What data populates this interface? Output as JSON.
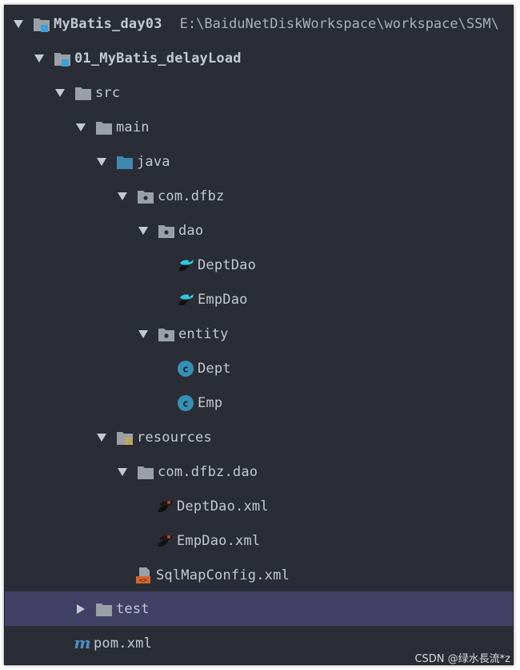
{
  "tree": {
    "project": {
      "name": "MyBatis_day03",
      "path": "E:\\BaiduNetDiskWorkspace\\workspace\\SSM\\"
    },
    "module": {
      "name": "01_MyBatis_delayLoad"
    },
    "src": {
      "label": "src"
    },
    "main": {
      "label": "main"
    },
    "java": {
      "label": "java"
    },
    "package_main": {
      "label": "com.dfbz"
    },
    "dao": {
      "label": "dao"
    },
    "dao_files": [
      {
        "label": "DeptDao"
      },
      {
        "label": "EmpDao"
      }
    ],
    "entity": {
      "label": "entity"
    },
    "entity_files": [
      {
        "label": "Dept"
      },
      {
        "label": "Emp"
      }
    ],
    "resources": {
      "label": "resources"
    },
    "res_package": {
      "label": "com.dfbz.dao"
    },
    "xml_files": [
      {
        "label": "DeptDao.xml"
      },
      {
        "label": "EmpDao.xml"
      }
    ],
    "config": {
      "label": "SqlMapConfig.xml"
    },
    "test": {
      "label": "test"
    },
    "pom": {
      "label": "pom.xml"
    }
  },
  "colors": {
    "background": "#2b2d36",
    "selection": "#424065",
    "text": "#c3c9d1",
    "folder": "#9aa0a8",
    "source_folder": "#3f88ae",
    "class_icon": "#3591b5",
    "maven": "#4a8fc4"
  },
  "icons": {
    "expanded": "triangle-down-icon",
    "collapsed": "triangle-right-icon",
    "folder": "folder-icon",
    "module": "module-folder-icon",
    "source_root": "source-root-icon",
    "package": "package-icon",
    "resources_root": "resources-root-icon",
    "mapper_interface": "mybatis-bird-icon",
    "mapper_xml": "mybatis-xml-icon",
    "class": "class-icon",
    "config_xml": "xml-config-icon",
    "maven": "maven-icon"
  },
  "watermark": "CSDN @绿水長流*z"
}
